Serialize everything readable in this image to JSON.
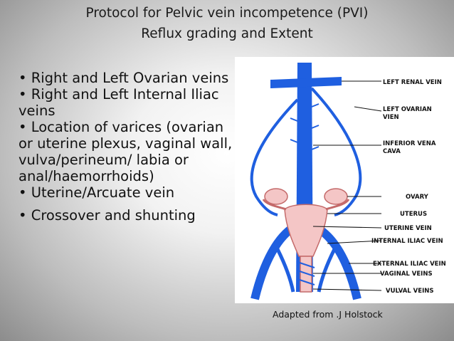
{
  "slide": {
    "title_line1": "Protocol for Pelvic vein incompetence (PVI)",
    "title_line2": "Reflux grading and Extent",
    "bullets": [
      "• Right and Left Ovarian veins",
      "• Right and Left Internal Iliac veins",
      "• Location of varices (ovarian or uterine plexus, vaginal wall, vulva/perineum/ labia or anal/haemorrhoids)",
      "• Uterine/Arcuate vein",
      "• Crossover and shunting"
    ],
    "credit": "Adapted from .J Holstock"
  },
  "diagram": {
    "labels": {
      "left_renal_vein": "LEFT RENAL VEIN",
      "left_ovarian_vein_1": "LEFT OVARIAN",
      "left_ovarian_vein_2": "VIEN",
      "inferior_vena_cava_1": "INFERIOR VENA",
      "inferior_vena_cava_2": "CAVA",
      "ovary": "OVARY",
      "uterus": "UTERUS",
      "uterine_vein": "UTERINE VEIN",
      "internal_iliac_vein": "INTERNAL ILIAC VEIN",
      "external_iliac_vein": "EXTERNAL ILIAC VEIN",
      "vaginal_veins": "VAGINAL VEINS",
      "vulval_veins": "VULVAL VEINS"
    },
    "colors": {
      "vein": "#1f5fe0",
      "organ": "#f4c6c6",
      "organ_outline": "#c46a6a"
    }
  }
}
